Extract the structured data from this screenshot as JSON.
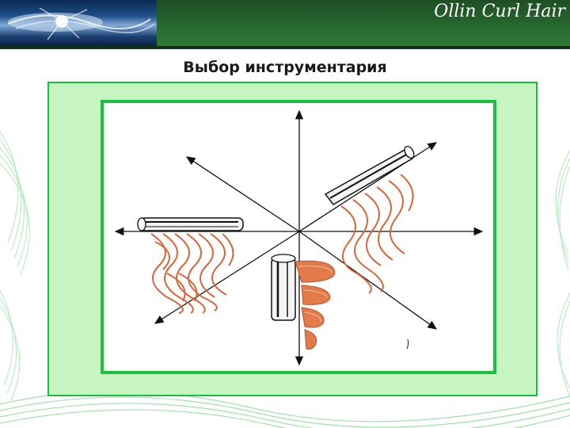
{
  "brand": "Ollin Curl Hair",
  "slide_title": "Выбор инструментария",
  "colors": {
    "header_green": "#2f7a36",
    "panel_fill": "#c6f5c2",
    "frame_green": "#18c23e",
    "curl_color": "#d8663a"
  },
  "icons": [
    "hair-strand-image",
    "roller-icon",
    "curl-diagram"
  ]
}
